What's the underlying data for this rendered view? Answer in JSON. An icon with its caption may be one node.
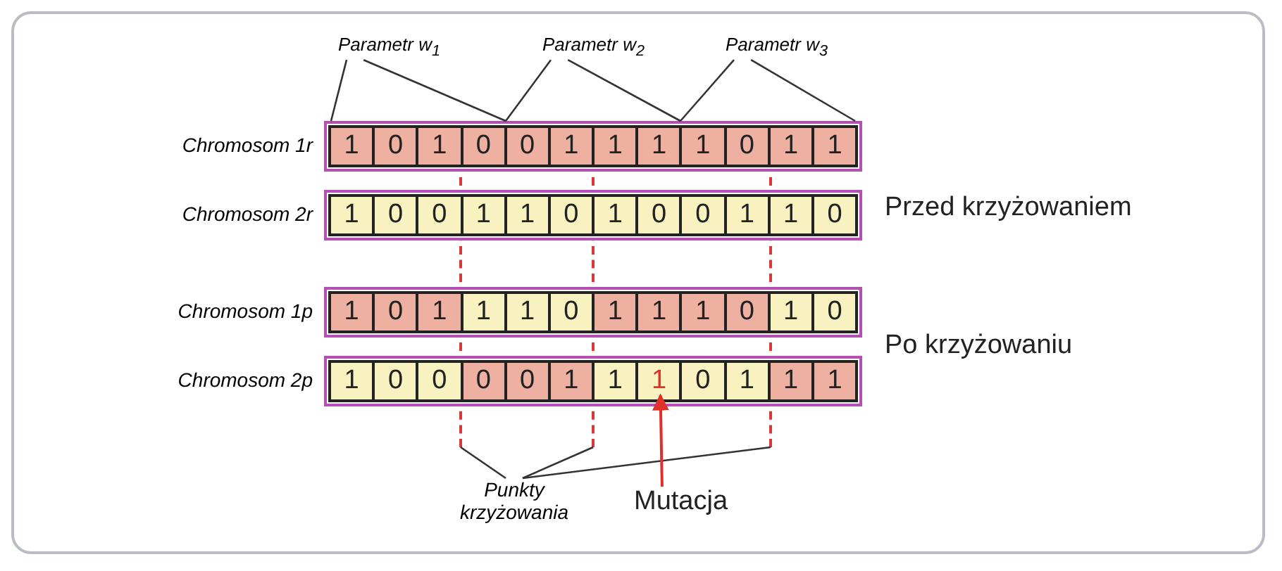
{
  "diagram": {
    "nodes": [
      {
        "text": [
          "Parametr w$_{1}$"
        ]
      },
      {
        "text": [
          "Parametr w$_{2}$"
        ]
      },
      {
        "text": [
          "Parametr w$_{3}$"
        ]
      },
      {
        "text": [],
        "shape": "bar",
        "beside": [
          "Chromosom 1r"
        ]
      },
      {
        "text": [
          "1"
        ],
        "in": 3
      },
      {
        "text": [
          "0"
        ],
        "in": 3
      },
      {
        "text": [
          "1"
        ],
        "in": 3
      },
      {
        "text": [
          "0"
        ],
        "in": 3
      },
      {
        "text": [
          "0"
        ],
        "in": 3
      },
      {
        "text": [
          "1"
        ],
        "in": 3
      },
      {
        "text": [
          "1"
        ],
        "in": 3
      },
      {
        "text": [
          "1"
        ],
        "in": 3
      },
      {
        "text": [
          "1"
        ],
        "in": 3
      },
      {
        "text": [
          "0"
        ],
        "in": 3
      },
      {
        "text": [
          "1"
        ],
        "in": 3
      },
      {
        "text": [
          "1"
        ],
        "in": 3
      },
      {
        "text": [],
        "shape": "bar",
        "beside": [
          "Chromosom 2r"
        ]
      },
      {
        "text": [
          "1"
        ],
        "in": 16
      },
      {
        "text": [
          "0"
        ],
        "in": 16
      },
      {
        "text": [
          "0"
        ],
        "in": 16
      },
      {
        "text": [
          "1"
        ],
        "in": 16
      },
      {
        "text": [
          "1"
        ],
        "in": 16
      },
      {
        "text": [
          "0"
        ],
        "in": 16
      },
      {
        "text": [
          "1"
        ],
        "in": 16
      },
      {
        "text": [
          "0"
        ],
        "in": 16
      },
      {
        "text": [
          "0"
        ],
        "in": 16
      },
      {
        "text": [
          "1"
        ],
        "in": 16
      },
      {
        "text": [
          "1"
        ],
        "in": 16
      },
      {
        "text": [
          "0"
        ],
        "in": 16
      },
      {
        "text": [],
        "shape": "line"
      },
      {
        "text": [],
        "shape": "line"
      },
      {
        "text": [],
        "shape": "line"
      },
      {
        "text": [],
        "shape": "bar",
        "beside": [
          "Chromosom 1p"
        ]
      },
      {
        "text": [
          "1"
        ],
        "in": 32
      },
      {
        "text": [
          "0"
        ],
        "in": 32
      },
      {
        "text": [
          "1"
        ],
        "in": 32
      },
      {
        "text": [
          "1"
        ],
        "in": 32
      },
      {
        "text": [
          "1"
        ],
        "in": 32
      },
      {
        "text": [
          "0"
        ],
        "in": 32
      },
      {
        "text": [
          "1"
        ],
        "in": 32
      },
      {
        "text": [
          "1"
        ],
        "in": 32
      },
      {
        "text": [
          "1"
        ],
        "in": 32
      },
      {
        "text": [
          "0"
        ],
        "in": 32
      },
      {
        "text": [
          "1"
        ],
        "in": 32
      },
      {
        "text": [
          "0"
        ],
        "in": 32
      },
      {
        "text": [],
        "shape": "bar",
        "beside": [
          "Chromosom 2p"
        ]
      },
      {
        "text": [
          "1"
        ],
        "in": 45
      },
      {
        "text": [
          "0"
        ],
        "in": 45
      },
      {
        "text": [
          "0"
        ],
        "in": 45
      },
      {
        "text": [
          "0"
        ],
        "in": 45
      },
      {
        "text": [
          "0"
        ],
        "in": 45
      },
      {
        "text": [
          "1"
        ],
        "in": 45
      },
      {
        "text": [
          "1"
        ],
        "in": 45
      },
      {
        "text": [
          "1"
        ],
        "in": 45
      },
      {
        "text": [
          "0"
        ],
        "in": 45
      },
      {
        "text": [
          "1"
        ],
        "in": 45
      },
      {
        "text": [
          "1"
        ],
        "in": 45
      },
      {
        "text": [
          "1"
        ],
        "in": 45
      },
      {
        "text": [
          "Punkty krzyżowania"
        ]
      },
      {
        "text": [
          "Mutacja"
        ]
      }
    ],
    "edges": [
      {
        "from": 0,
        "to": 3,
        "arrow": "none"
      },
      {
        "from": 0,
        "to": 3,
        "arrow": "none"
      },
      {
        "from": 1,
        "to": 3,
        "arrow": "none"
      },
      {
        "from": 1,
        "to": 3,
        "arrow": "none"
      },
      {
        "from": 2,
        "to": 3,
        "arrow": "none"
      },
      {
        "from": 2,
        "to": 3,
        "arrow": "none"
      },
      {
        "from": 58,
        "to": 29,
        "arrow": "none"
      },
      {
        "from": 58,
        "to": 30,
        "arrow": "none"
      },
      {
        "from": 58,
        "to": 31,
        "arrow": "none"
      },
      {
        "from": 59,
        "to": 53,
        "arrow": "to",
        "color": "#e0302a"
      }
    ],
    "labels": [
      "Przed krzyżowaniem",
      "Po krzyżowaniu"
    ]
  }
}
